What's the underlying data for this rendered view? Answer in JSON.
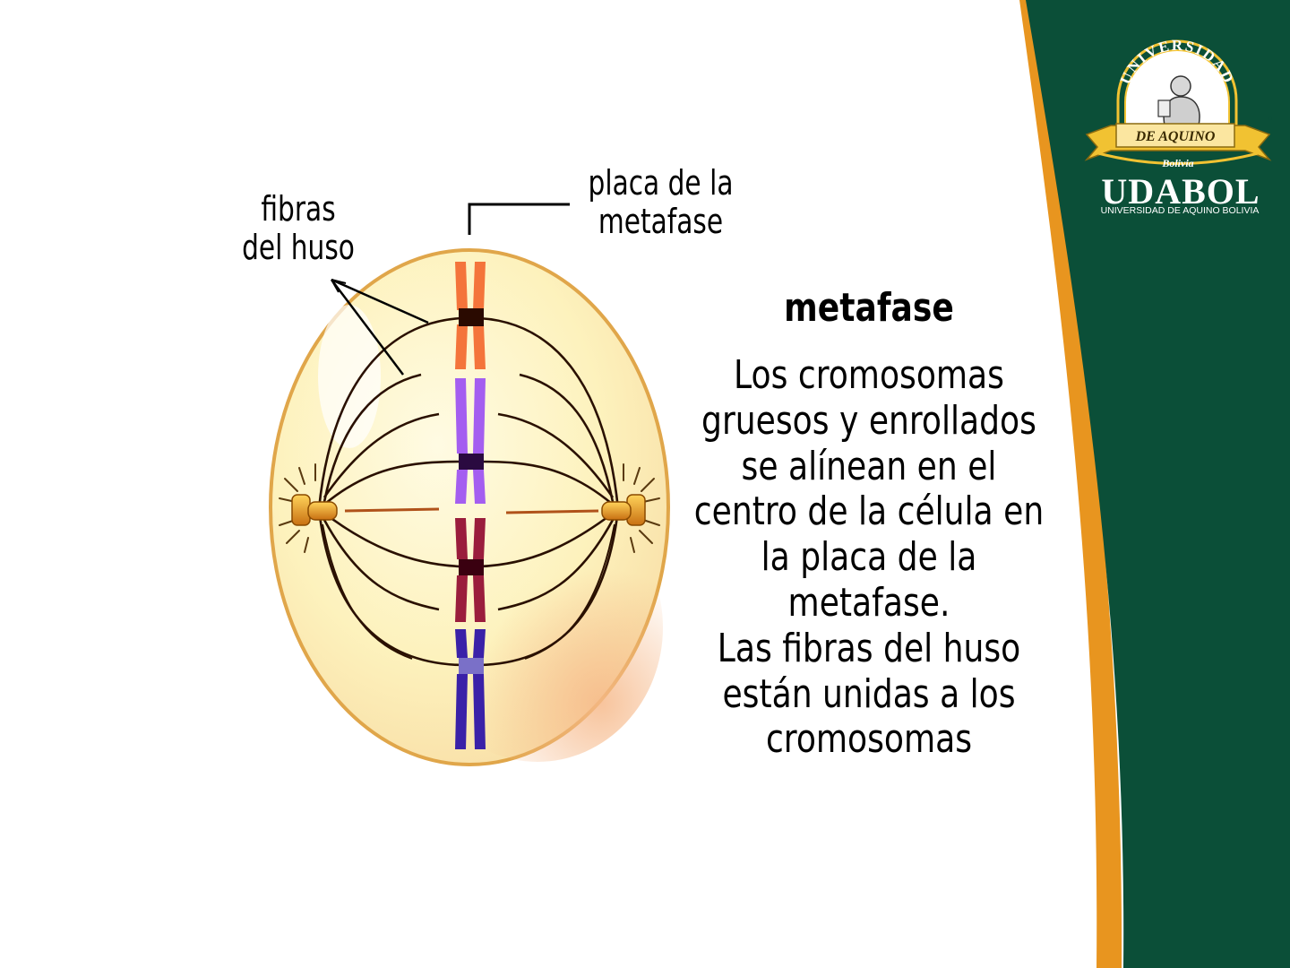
{
  "diagram": {
    "label_fibras": [
      "fibras",
      "del huso"
    ],
    "label_placa": [
      "placa de la",
      "metafase"
    ]
  },
  "content": {
    "title": "metafase",
    "lines": [
      "Los cromosomas",
      "gruesos y enrollados",
      "se alínean en el",
      "centro de la célula en",
      "la placa de la",
      "metafase.",
      "Las fibras del huso",
      "están unidas a los",
      "cromosomas"
    ]
  },
  "logo": {
    "arc_text": "UNIVERSIDAD",
    "ribbon_text": "DE AQUINO",
    "country": "Bolivia",
    "name": "UDABOL",
    "subtitle": "UNIVERSIDAD DE AQUINO BOLIVIA"
  },
  "colors": {
    "panel_green": "#0b4f38",
    "panel_stripe": "#e8951f",
    "cell_fill": "#fdf4c0",
    "cell_border": "#e0a64a",
    "chromosome_orange": "#f4743b",
    "chromosome_violet": "#a45ef0",
    "chromosome_maroon": "#9a1d3c",
    "chromosome_navy": "#3a21a8"
  }
}
